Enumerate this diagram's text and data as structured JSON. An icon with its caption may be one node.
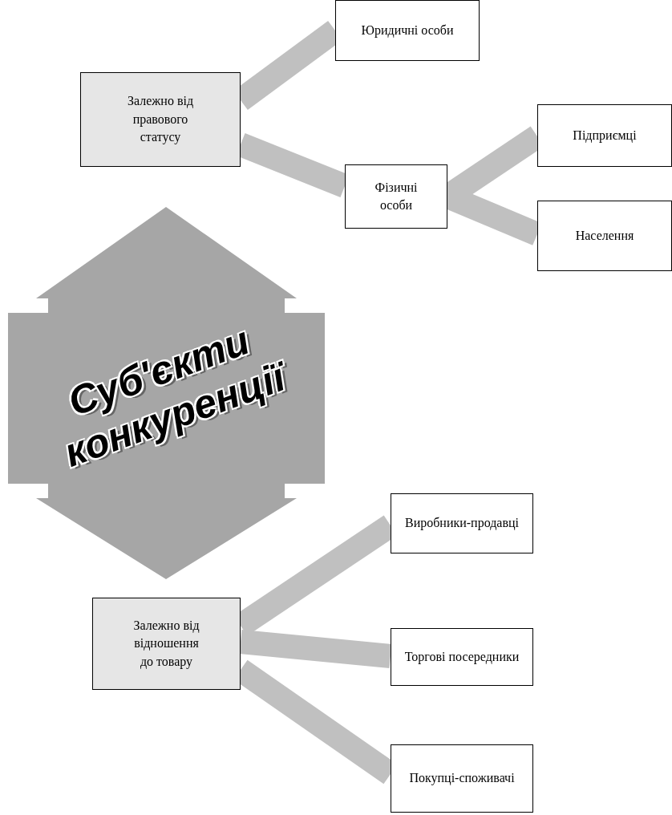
{
  "diagram": {
    "nodes": [
      {
        "text": [
          "Залежно від правового статусу"
        ]
      },
      {
        "text": [
          "Юридичні особи"
        ]
      },
      {
        "text": [
          "Фізичні особи"
        ]
      },
      {
        "text": [
          "Підприємці"
        ]
      },
      {
        "text": [
          "Населення"
        ]
      },
      {
        "text": [
          "Суб'єкти конкуренції"
        ]
      },
      {
        "text": [
          "Залежно від відношення до товару"
        ]
      },
      {
        "text": [
          "Виробники-продавці"
        ]
      },
      {
        "text": [
          "Торгові посередники"
        ]
      },
      {
        "text": [
          "Покупці-споживачі"
        ]
      }
    ],
    "edges": [
      {
        "from": 0,
        "to": 1,
        "arrow": "none"
      },
      {
        "from": 0,
        "to": 2,
        "arrow": "none"
      },
      {
        "from": 2,
        "to": 3,
        "arrow": "none"
      },
      {
        "from": 2,
        "to": 4,
        "arrow": "none"
      },
      {
        "from": 6,
        "to": 7,
        "arrow": "none"
      },
      {
        "from": 6,
        "to": 8,
        "arrow": "none"
      },
      {
        "from": 6,
        "to": 9,
        "arrow": "none"
      }
    ]
  }
}
